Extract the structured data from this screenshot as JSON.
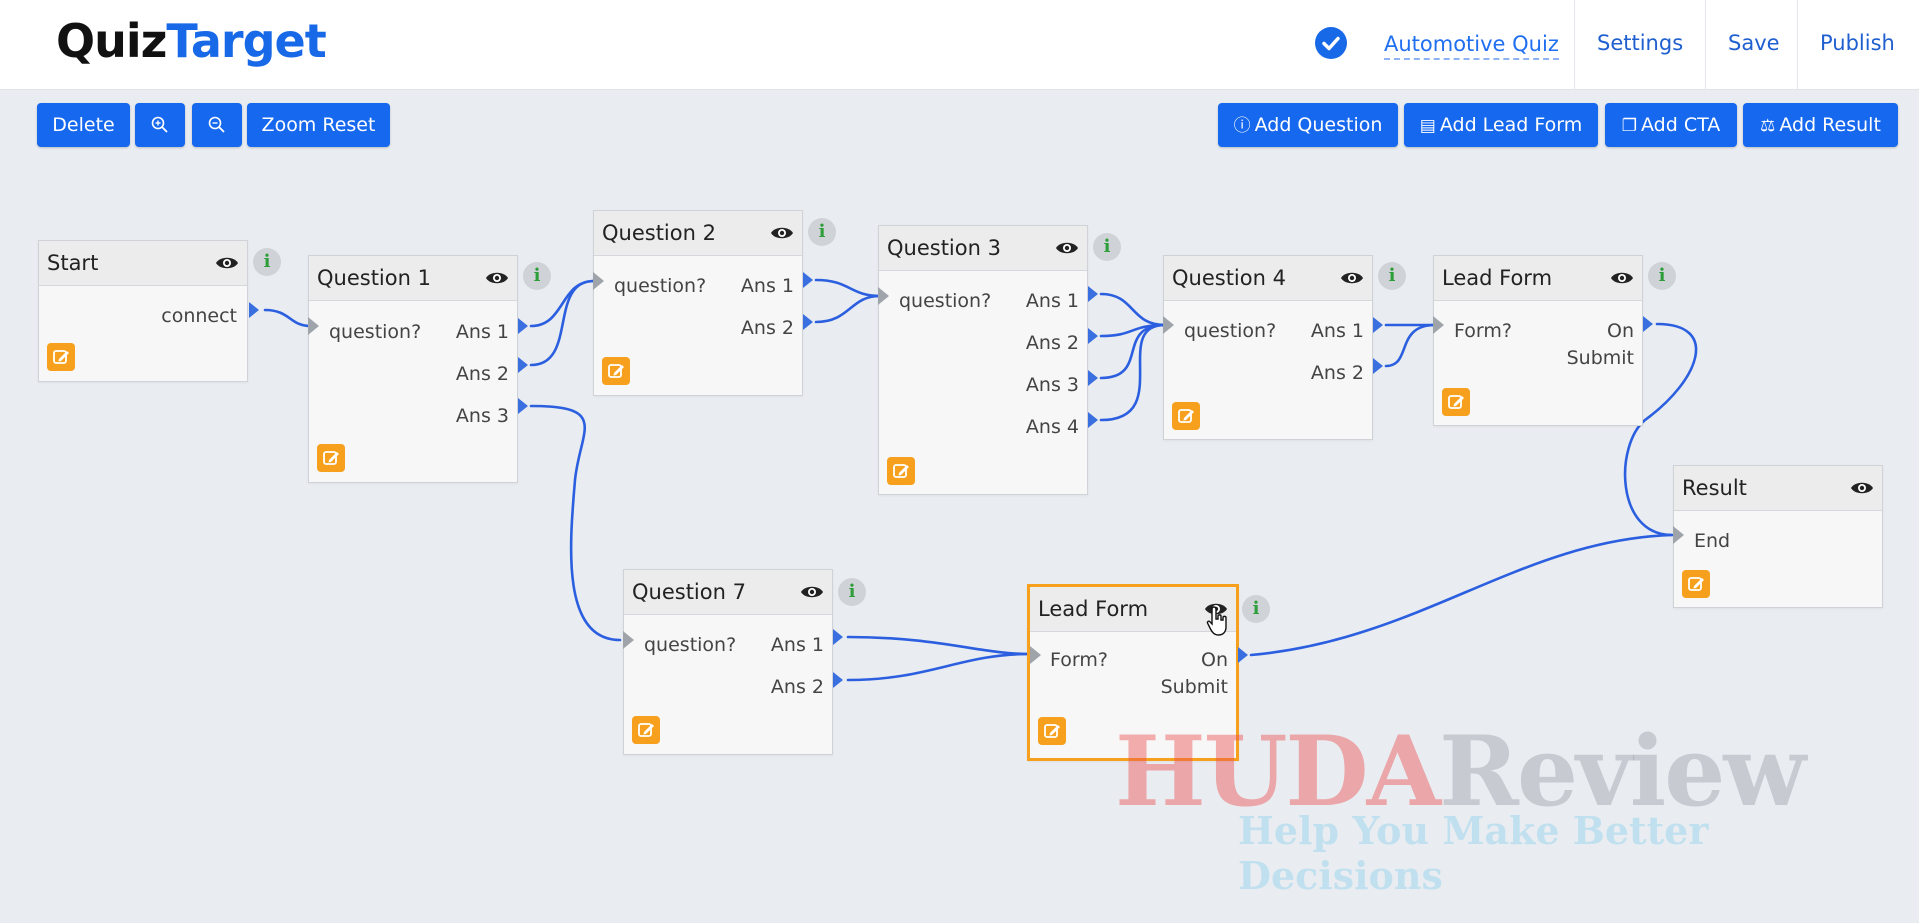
{
  "brand": {
    "logo_q": "Q",
    "logo_rest": "uiz",
    "logo_target": "Target"
  },
  "header": {
    "quiz_name": "Automotive Quiz",
    "links": [
      "Settings",
      "Save",
      "Publish"
    ]
  },
  "toolbar": {
    "delete": "Delete",
    "zoom_reset": "Zoom Reset",
    "add_question": "Add Question",
    "add_lead_form": "Add Lead Form",
    "add_cta": "Add CTA",
    "add_result": "Add Result"
  },
  "nodes": {
    "start": {
      "title": "Start",
      "out": [
        "connect"
      ]
    },
    "q1": {
      "title": "Question 1",
      "in": "question?",
      "out": [
        "Ans 1",
        "Ans 2",
        "Ans 3"
      ]
    },
    "q2": {
      "title": "Question 2",
      "in": "question?",
      "out": [
        "Ans 1",
        "Ans 2"
      ]
    },
    "q3": {
      "title": "Question 3",
      "in": "question?",
      "out": [
        "Ans 1",
        "Ans 2",
        "Ans 3",
        "Ans 4"
      ]
    },
    "q4": {
      "title": "Question 4",
      "in": "question?",
      "out": [
        "Ans 1",
        "Ans 2"
      ]
    },
    "lf1": {
      "title": "Lead Form",
      "in": "Form?",
      "out1": "On",
      "out2": "Submit"
    },
    "q7": {
      "title": "Question 7",
      "in": "question?",
      "out": [
        "Ans 1",
        "Ans 2"
      ]
    },
    "lf2": {
      "title": "Lead Form",
      "in": "Form?",
      "out1": "On",
      "out2": "Submit"
    },
    "result": {
      "title": "Result",
      "in": "End"
    }
  },
  "info_label": "i",
  "watermark": {
    "part1": "HUDA",
    "part2": "Review",
    "tagline": "Help You Make Better Decisions"
  },
  "colors": {
    "accent": "#1668ef",
    "edit": "#f7a01d",
    "wire": "#2b5fe0",
    "info": "#2e9e3a"
  }
}
